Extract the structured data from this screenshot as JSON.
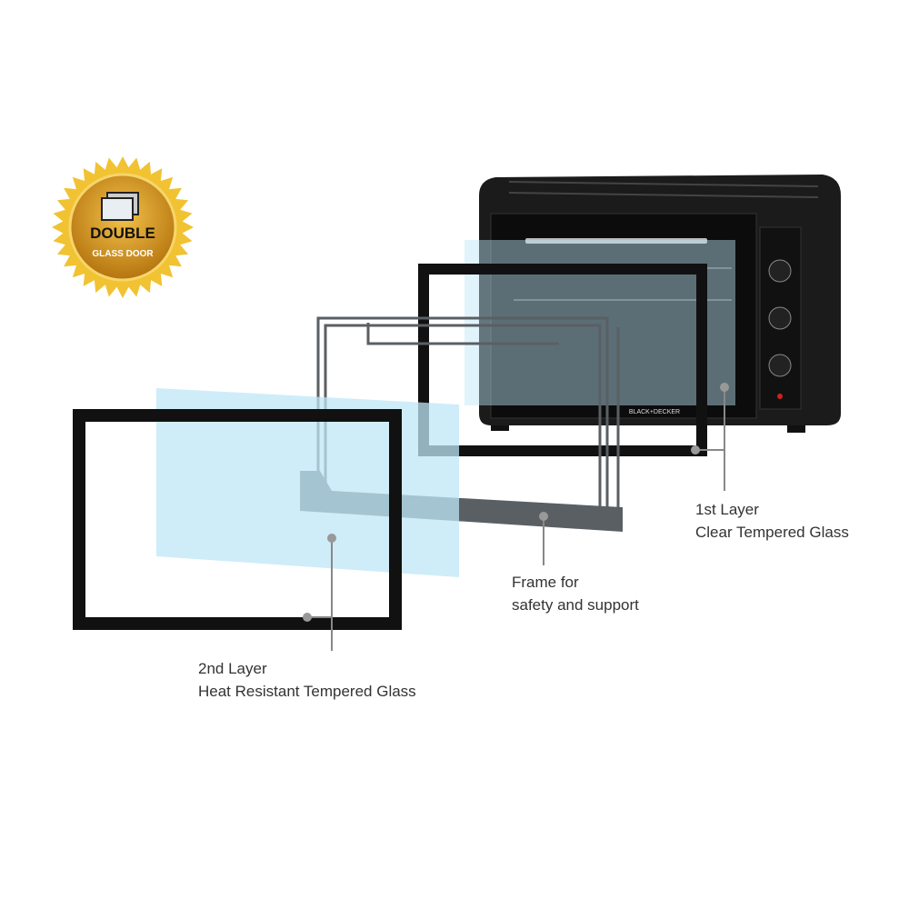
{
  "badge": {
    "line1": "DOUBLE",
    "line2": "GLASS DOOR"
  },
  "oven": {
    "brand": "BLACK+DECKER"
  },
  "callouts": {
    "first_layer": {
      "title": "1st Layer",
      "desc": "Clear Tempered Glass"
    },
    "frame": {
      "title": "Frame for",
      "desc": "safety and support"
    },
    "second_layer": {
      "title": "2nd Layer",
      "desc": "Heat Resistant Tempered Glass"
    }
  },
  "colors": {
    "glass": "#bfe6f7",
    "frame": "#111111",
    "support": "#5a5f63",
    "gold": "#d99a1e"
  }
}
